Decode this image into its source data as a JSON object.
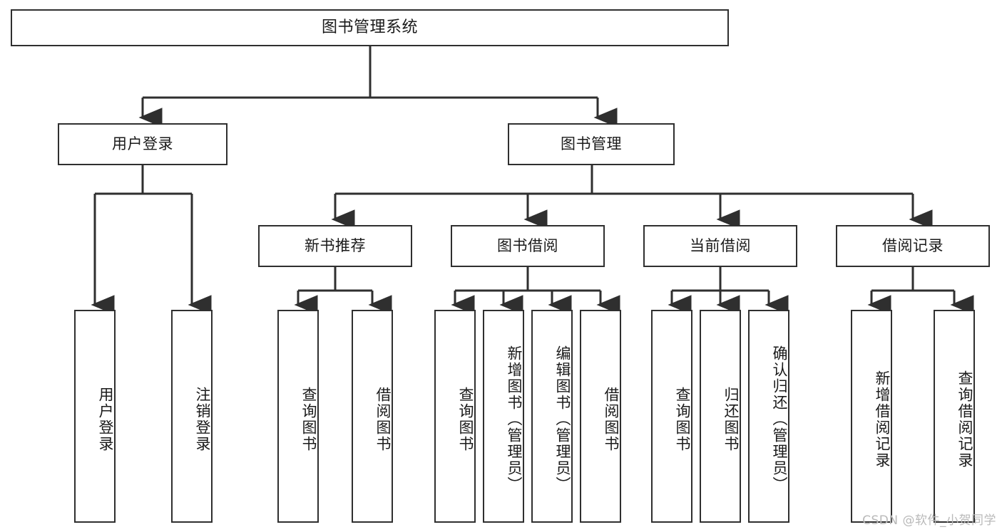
{
  "diagram": {
    "title": "图书管理系统",
    "watermark": "CSDN @软件_小贺同学",
    "line_color": "#2f2f2f",
    "box_fill": "#ffffff",
    "text_color": "#1a1a1a",
    "watermark_color": "#b9b9b9"
  },
  "root": {
    "label": "图书管理系统"
  },
  "level1": [
    {
      "label": "用户登录"
    },
    {
      "label": "图书管理"
    }
  ],
  "level2": [
    {
      "label": "新书推荐"
    },
    {
      "label": "图书借阅"
    },
    {
      "label": "当前借阅"
    },
    {
      "label": "借阅记录"
    }
  ],
  "leaves": {
    "user_login": [
      {
        "label": "用户登录"
      },
      {
        "label": "注销登录"
      }
    ],
    "new_book_recommend": [
      {
        "label": "查询图书"
      },
      {
        "label": "借阅图书"
      }
    ],
    "book_borrow": [
      {
        "label": "查询图书"
      },
      {
        "label": "新增图书（管理员）"
      },
      {
        "label": "编辑图书（管理员）"
      },
      {
        "label": "借阅图书"
      }
    ],
    "current_borrow": [
      {
        "label": "查询图书"
      },
      {
        "label": "归还图书"
      },
      {
        "label": "确认归还（管理员）"
      }
    ],
    "borrow_record": [
      {
        "label": "新增借阅记录"
      },
      {
        "label": "查询借阅记录"
      }
    ]
  }
}
